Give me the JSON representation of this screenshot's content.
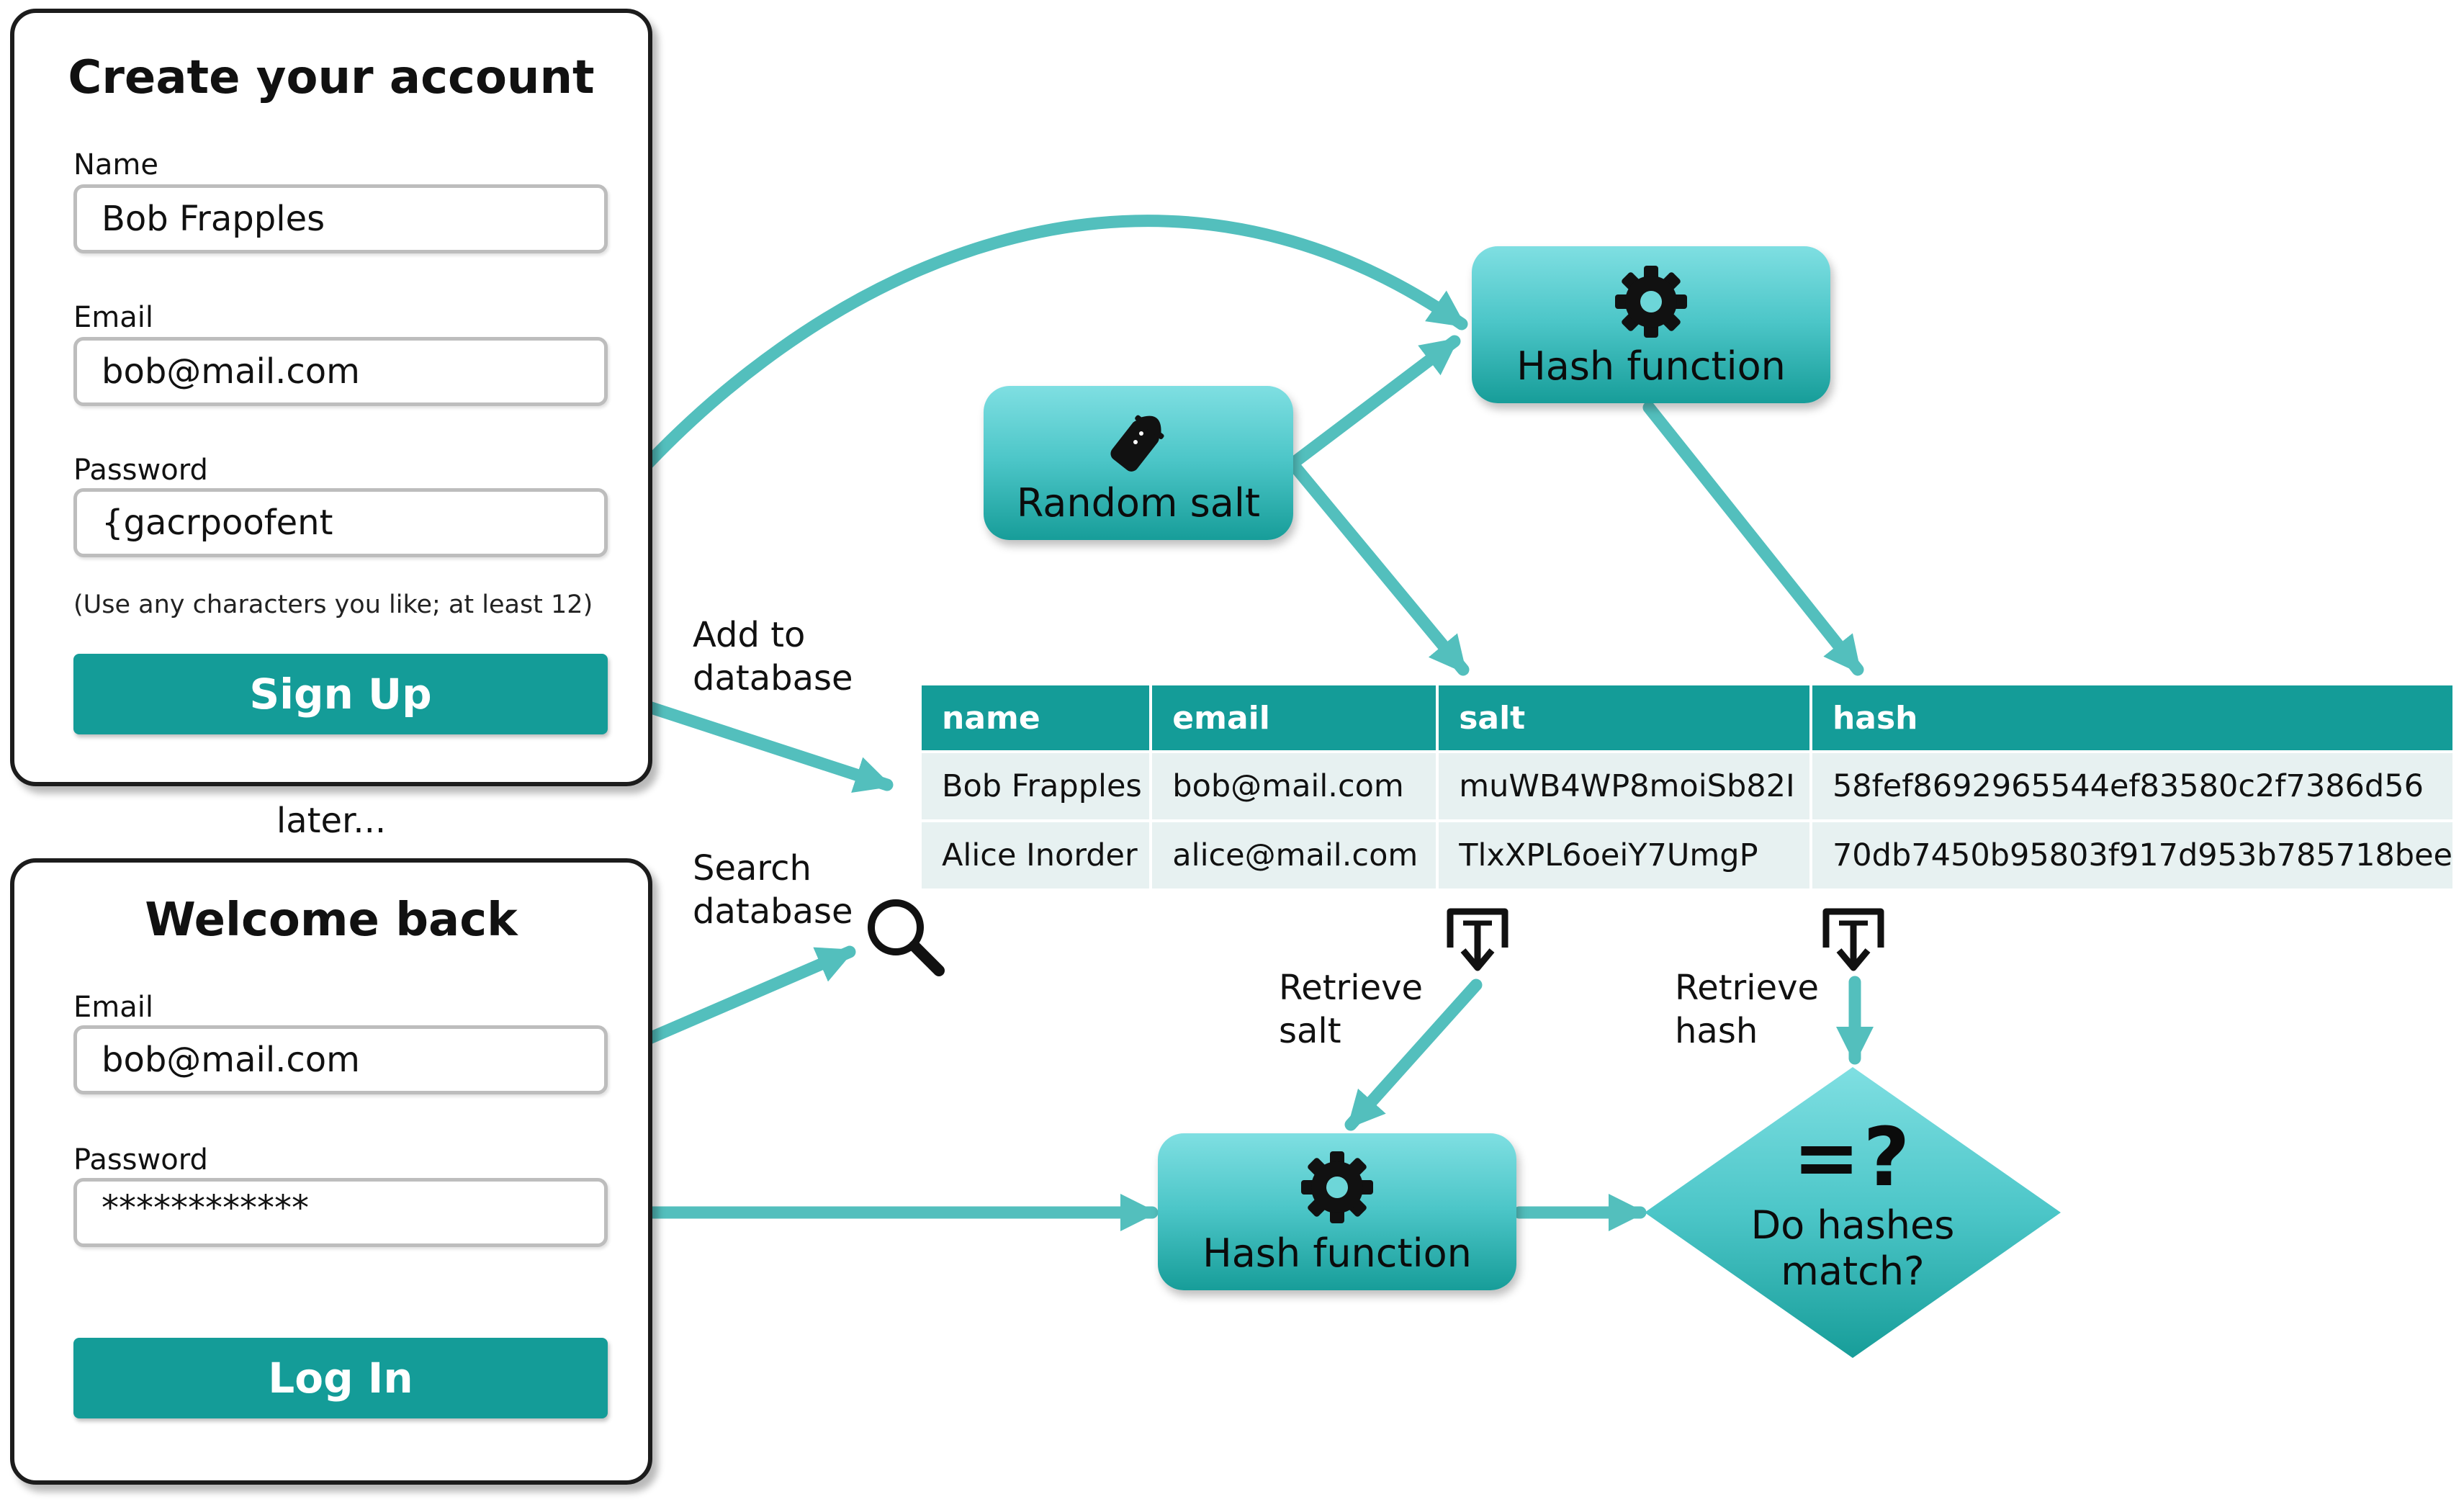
{
  "signup_form": {
    "title": "Create your account",
    "name_label": "Name",
    "name_value": "Bob Frapples",
    "email_label": "Email",
    "email_value": "bob@mail.com",
    "password_label": "Password",
    "password_value": "{gacrpoofent",
    "password_hint": "(Use any characters you like; at least 12)",
    "submit_label": "Sign Up"
  },
  "later_text": "later...",
  "login_form": {
    "title": "Welcome back",
    "email_label": "Email",
    "email_value": "bob@mail.com",
    "password_label": "Password",
    "password_value": "************",
    "submit_label": "Log In"
  },
  "flow_labels": {
    "add_to_database": [
      "Add to",
      "database"
    ],
    "search_database": [
      "Search",
      "database"
    ],
    "retrieve_salt": [
      "Retrieve",
      "salt"
    ],
    "retrieve_hash": [
      "Retrieve",
      "hash"
    ]
  },
  "process_boxes": {
    "hash_function_top": "Hash function",
    "random_salt": "Random salt",
    "hash_function_bottom": "Hash function"
  },
  "decision": {
    "symbol": "=?",
    "text": [
      "Do hashes",
      "match?"
    ]
  },
  "database_table": {
    "columns": [
      "name",
      "email",
      "salt",
      "hash"
    ],
    "rows": [
      [
        "Bob Frapples",
        "bob@mail.com",
        "muWB4WP8moiSb82I",
        "58fef8692965544ef83580c2f7386d56"
      ],
      [
        "Alice Inorder",
        "alice@mail.com",
        "TlxXPL6oeiY7UmgP",
        "70db7450b95803f917d953b785718bee"
      ]
    ]
  },
  "icons": {
    "gear": "gear-icon",
    "salt_shaker": "salt-shaker-icon",
    "magnifier": "magnifying-glass-icon",
    "retrieve": "retrieve-download-icon"
  },
  "colors": {
    "teal": "#149c98",
    "arrow": "#53bfbd",
    "box_light": "#7fdfe2"
  }
}
